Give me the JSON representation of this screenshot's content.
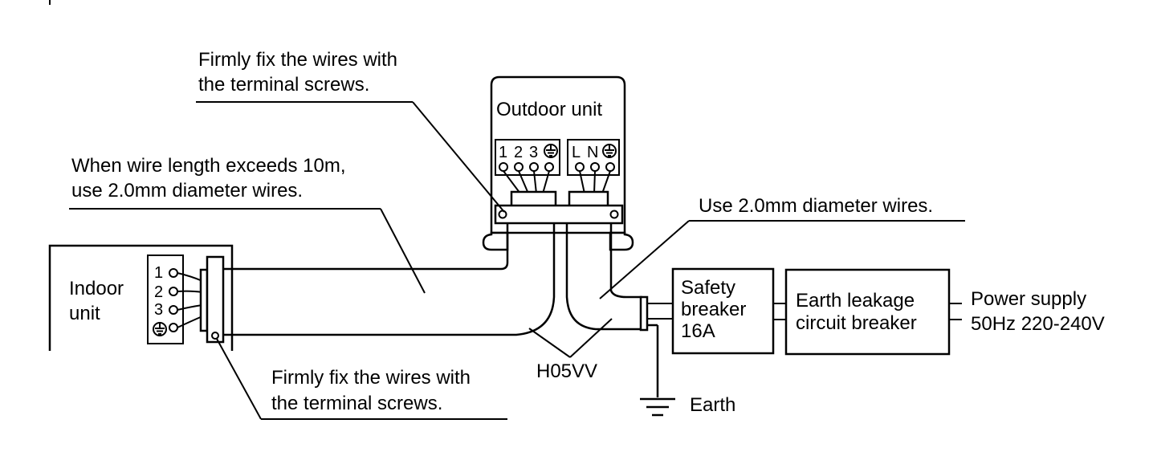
{
  "notes": {
    "outdoor_screws": [
      "Firmly fix the wires with",
      "the terminal screws."
    ],
    "indoor_screws": [
      "Firmly fix the wires with",
      "the terminal screws."
    ],
    "wire_length": [
      "When wire length exceeds 10m,",
      "use 2.0mm diameter wires."
    ],
    "power_wire": "Use 2.0mm diameter wires."
  },
  "outdoor_unit": {
    "title": "Outdoor unit",
    "terminals_left": [
      "1",
      "2",
      "3"
    ],
    "terminals_right": [
      "L",
      "N"
    ]
  },
  "indoor_unit": {
    "title": [
      "Indoor",
      "unit"
    ],
    "terminals": [
      "1",
      "2",
      "3"
    ]
  },
  "cable_type": "H05VV",
  "safety_breaker": [
    "Safety",
    "breaker",
    "16A"
  ],
  "elcb": [
    "Earth leakage",
    "circuit breaker"
  ],
  "power_supply": [
    "Power supply",
    "50Hz 220-240V"
  ],
  "earth": "Earth",
  "icons": {
    "earth_terminal": "earth-terminal-icon",
    "ground": "ground-symbol-icon"
  }
}
